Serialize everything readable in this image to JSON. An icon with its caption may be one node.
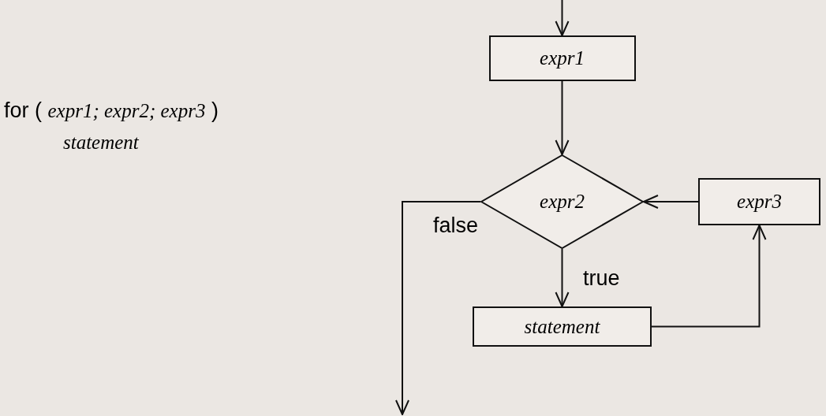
{
  "diagram": {
    "nodes": [
      {
        "text": [
          "expr1"
        ]
      },
      {
        "text": [
          "expr2"
        ]
      },
      {
        "text": [
          "expr3"
        ]
      },
      {
        "text": [
          "statement"
        ]
      }
    ],
    "edges": [
      {
        "from": null,
        "to": 0,
        "arrow": "to"
      },
      {
        "from": 0,
        "to": 1,
        "arrow": "to"
      },
      {
        "from": 1,
        "to": 3,
        "arrow": "to",
        "label": "true"
      },
      {
        "from": 3,
        "to": 2,
        "arrow": "to"
      },
      {
        "from": 2,
        "to": 1,
        "arrow": "to"
      },
      {
        "from": 1,
        "to": null,
        "arrow": "to",
        "label": "false"
      }
    ],
    "labels": [
      "for ( *expr1; expr2; expr3* )",
      "statement"
    ]
  }
}
